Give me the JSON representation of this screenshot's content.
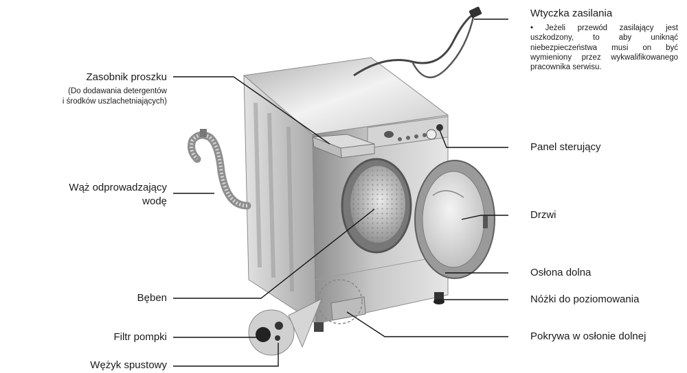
{
  "labels": {
    "power_plug": {
      "title": "Wtyczka zasilania",
      "note": "• Jeżeli przewód zasilający jest uszkodzony, to aby uniknąć niebezpieczeństwa musi on być wymieniony przez wykwalifikowanego pracownika serwisu."
    },
    "detergent_drawer": {
      "title": "Zasobnik proszku",
      "sub_line1": "(Do dodawania detergentów",
      "sub_line2": "i środków uszlachetniających)"
    },
    "control_panel": "Panel sterujący",
    "drain_hose": {
      "line1": "Wąż odprowadzający",
      "line2": "wodę"
    },
    "door": "Drzwi",
    "lower_cover": "Osłona dolna",
    "drum": "Bęben",
    "leveling_feet": "Nóżki do poziomowania",
    "pump_filter": "Filtr pompki",
    "lower_cover_cap": "Pokrywa w osłonie dolnej",
    "drain_tube": "Wężyk spustowy"
  }
}
